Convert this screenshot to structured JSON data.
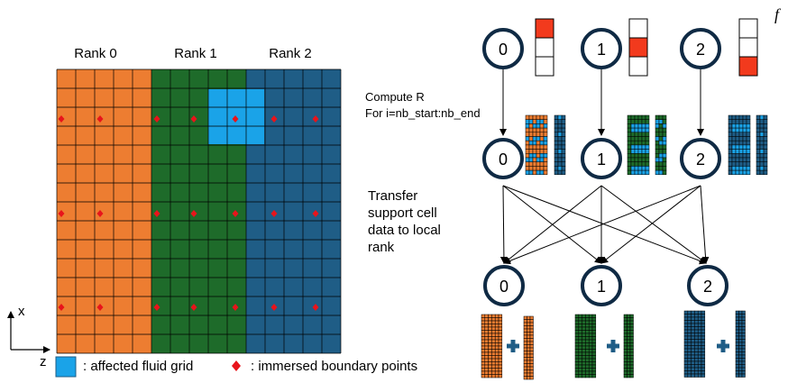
{
  "ranks": [
    {
      "label": "Rank 0",
      "color": "#ED7D31"
    },
    {
      "label": "Rank 1",
      "color": "#1E6B2A"
    },
    {
      "label": "Rank 2",
      "color": "#1F5D86"
    }
  ],
  "affected_color": "#1AA3E8",
  "ib_point_color": "#E8141B",
  "highlight_color": "#F23A1D",
  "axes": {
    "x": "x",
    "z": "z"
  },
  "f_label": "f",
  "compute_text": [
    "Compute R",
    "For i=nb_start:nb_end"
  ],
  "transfer_text": [
    "Transfer",
    "support cell",
    "data to local",
    "rank"
  ],
  "nodes": [
    "0",
    "1",
    "2"
  ],
  "legend": {
    "affected": ": affected fluid grid",
    "ib_points": ": immersed boundary points"
  }
}
